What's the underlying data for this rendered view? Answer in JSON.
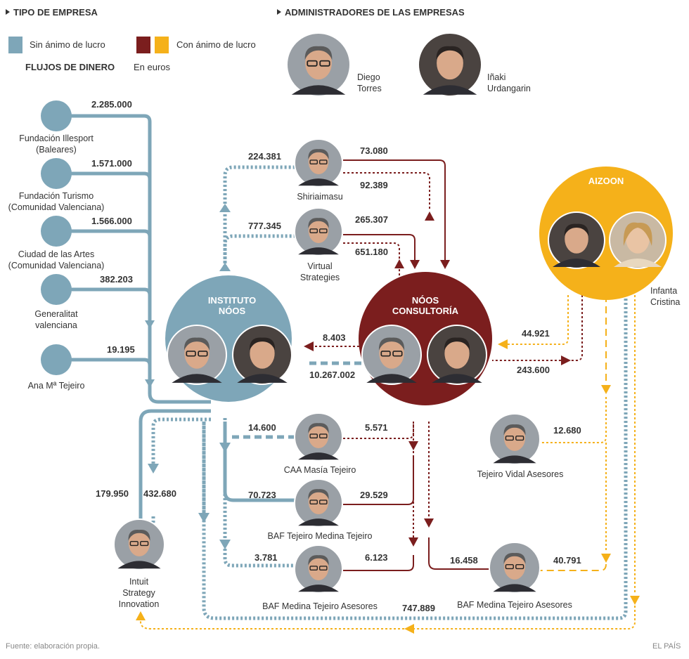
{
  "header": {
    "tipo_empresa": "TIPO DE EMPRESA",
    "administradores": "ADMINISTRADORES DE LAS EMPRESAS"
  },
  "legend": {
    "sin_animo": "Sin ánimo de lucro",
    "con_animo": "Con ánimo de lucro",
    "flujos": "FLUJOS DE DINERO",
    "unidad": "En euros",
    "colors": {
      "sin_animo": "#7ea6b8",
      "con_animo_1": "#7b1e1e",
      "con_animo_2": "#f5b11a"
    }
  },
  "administradores": [
    {
      "name": "Diego\nTorres",
      "line1": "Diego",
      "line2": "Torres"
    },
    {
      "name": "Iñaki\nUrdangarin",
      "line1": "Iñaki",
      "line2": "Urdangarin"
    }
  ],
  "donors": [
    {
      "line1": "Fundación Illesport",
      "line2": "(Baleares)",
      "amount": "2.285.000"
    },
    {
      "line1": "Fundación Turismo",
      "line2": "(Comunidad Valenciana)",
      "amount": "1.571.000"
    },
    {
      "line1": "Ciudad de las Artes",
      "line2": "(Comunidad Valenciana)",
      "amount": "1.566.000"
    },
    {
      "line1": "Generalitat",
      "line2": "valenciana",
      "amount": "382.203"
    },
    {
      "line1": "Ana Mª Tejeiro",
      "line2": "",
      "amount": "19.195"
    }
  ],
  "hubs": {
    "instituto": {
      "line1": "INSTITUTO",
      "line2": "NÓOS"
    },
    "consultoria": {
      "line1": "NÓOS",
      "line2": "CONSULTORÍA"
    },
    "aizoon": {
      "label": "AIZOON",
      "infanta_line1": "Infanta",
      "infanta_line2": "Cristina"
    }
  },
  "companies": {
    "shiriaimasu": "Shiriaimasu",
    "virtual_line1": "Virtual",
    "virtual_line2": "Strategies",
    "caa": "CAA Masía Tejeiro",
    "baf1": "BAF Tejeiro Medina Tejeiro",
    "baf2": "BAF Medina Tejeiro Asesores",
    "baf3": "BAF Medina Tejeiro Asesores",
    "tejeiro_vidal": "Tejeiro Vidal Asesores",
    "intuit_line1": "Intuit",
    "intuit_line2": "Strategy",
    "intuit_line3": "Innovation"
  },
  "flows": {
    "shiri_to_instituto": "224.381",
    "shiri_from_consultoria": "73.080",
    "shiri_to_consultoria": "92.389",
    "virtual_to_instituto": "777.345",
    "virtual_from_consultoria": "265.307",
    "virtual_to_consultoria": "651.180",
    "consultoria_to_instituto": "8.403",
    "instituto_to_consultoria": "10.267.002",
    "aizoon_to_consultoria": "44.921",
    "consultoria_to_aizoon": "243.600",
    "caa_instituto": "14.600",
    "caa_consultoria": "5.571",
    "baf1_instituto": "70.723",
    "baf1_consultoria": "29.529",
    "baf2_instituto": "3.781",
    "baf2_consultoria": "6.123",
    "tejeiro_vidal": "12.680",
    "baf3_consultoria": "16.458",
    "baf3_aizoon": "40.791",
    "intuit_from": "179.950",
    "intuit_to": "432.680",
    "bottom": "747.889"
  },
  "footer": {
    "source": "Fuente: elaboración propia.",
    "brand": "EL PAÍS"
  }
}
